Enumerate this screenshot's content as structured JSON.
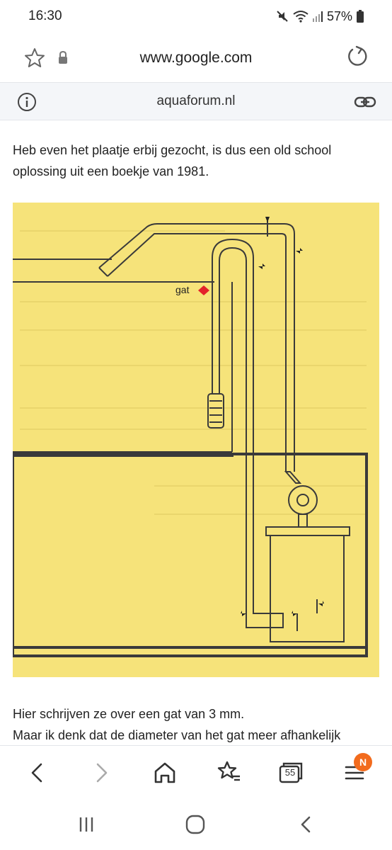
{
  "status_bar": {
    "time": "16:30",
    "battery": "57%",
    "icons": [
      "mute-icon",
      "wifi-icon",
      "signal-icon",
      "battery-icon"
    ]
  },
  "url_bar": {
    "url": "www.google.com",
    "icons": [
      "star-icon",
      "lock-icon",
      "reload-icon"
    ]
  },
  "site_bar": {
    "site": "aquaforum.nl",
    "icons": [
      "info-icon",
      "link-icon"
    ]
  },
  "content": {
    "paragraph1": "Heb even het plaatje erbij gezocht, is dus een old school oplossing uit een boekje van 1981.",
    "diagram_label": "gat",
    "paragraph2_line1": "Hier schrijven ze over een gat van 3 mm.",
    "paragraph2_line2": "Maar ik denk dat de diameter van het gat meer afhankelijk"
  },
  "colors": {
    "diagram_bg": "#f6e37a",
    "diagram_line": "#3a3a3a",
    "marker": "#e3222a",
    "badge": "#f26b1d"
  },
  "bottom_nav": {
    "tabs_count": "55",
    "menu_badge": "N",
    "icons": [
      "back-icon",
      "forward-icon",
      "home-icon",
      "bookmarks-icon",
      "tabs-icon",
      "menu-icon"
    ]
  },
  "system_nav": {
    "icons": [
      "recent-apps-icon",
      "home-circle-icon",
      "system-back-icon"
    ]
  }
}
